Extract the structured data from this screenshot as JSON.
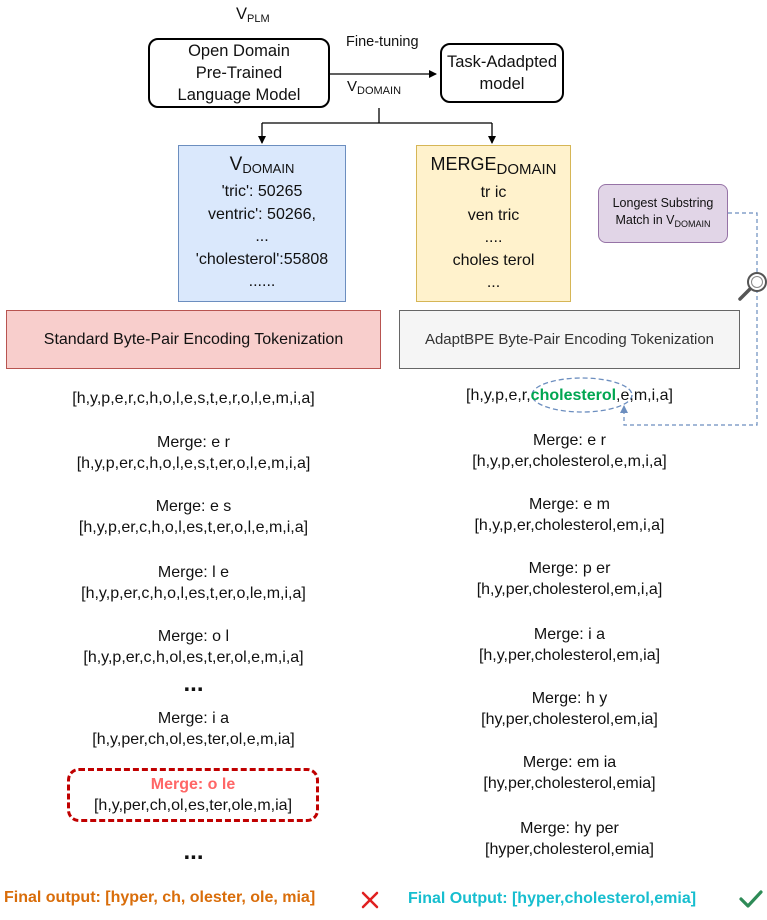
{
  "top": {
    "vplm_main": "V",
    "vplm_sub": "PLM",
    "plm_box": [
      "Open Domain",
      "Pre-Trained",
      "Language Model"
    ],
    "fine_tuning": "Fine-tuning",
    "vdomain_main": "V",
    "vdomain_sub": "DOMAIN",
    "task_box": [
      "Task-Adadpted",
      "model"
    ]
  },
  "vocab_box": {
    "title_main": "V",
    "title_sub": "DOMAIN",
    "lines": [
      "'tric': 50265",
      "ventric': 50266,",
      "...",
      "'cholesterol':55808",
      "......"
    ]
  },
  "merge_box": {
    "title_main": "MERGE",
    "title_sub": "DOMAIN",
    "lines": [
      "tr ic",
      "ven tric",
      "....",
      "choles terol",
      "..."
    ]
  },
  "lsm_box": {
    "line1": "Longest Substring",
    "line2_main": "Match in V",
    "line2_sub": "DOMAIN"
  },
  "left": {
    "header": "Standard Byte-Pair Encoding Tokenization",
    "initial": "[h,y,p,e,r,c,h,o,l,e,s,t,e,r,o,l,e,m,i,a]",
    "steps": [
      {
        "merge": "Merge: e r",
        "tokens": "[h,y,p,er,c,h,o,l,e,s,t,er,o,l,e,m,i,a]"
      },
      {
        "merge": "Merge: e s",
        "tokens": "[h,y,p,er,c,h,o,l,es,t,er,o,l,e,m,i,a]"
      },
      {
        "merge": "Merge: l e",
        "tokens": "[h,y,p,er,c,h,o,l,es,t,er,o,le,m,i,a]"
      },
      {
        "merge": "Merge: o l",
        "tokens": "[h,y,p,er,c,h,ol,es,t,er,ol,e,m,i,a]"
      }
    ],
    "ellipsis1": "...",
    "step_ia": {
      "merge": "Merge: i a",
      "tokens": "[h,y,per,ch,ol,es,ter,ol,e,m,ia]"
    },
    "highlight": {
      "merge": "Merge: o le",
      "tokens": "[h,y,per,ch,ol,es,ter,ole,m,ia]"
    },
    "ellipsis2": "...",
    "final": "Final output: [hyper, ch, olester, ole, mia]"
  },
  "right": {
    "header": "AdaptBPE Byte-Pair Encoding Tokenization",
    "initial_pre": "[h,y,p,e,r,",
    "initial_hl": "cholesterol",
    "initial_post": ",e,m,i,a]",
    "steps": [
      {
        "merge": "Merge: e r",
        "tokens": "[h,y,p,er,cholesterol,e,m,i,a]"
      },
      {
        "merge": "Merge: e m",
        "tokens": "[h,y,p,er,cholesterol,em,i,a]"
      },
      {
        "merge": "Merge: p er",
        "tokens": "[h,y,per,cholesterol,em,i,a]"
      },
      {
        "merge": "Merge: i a",
        "tokens": "[h,y,per,cholesterol,em,ia]"
      },
      {
        "merge": "Merge: h y",
        "tokens": "[hy,per,cholesterol,em,ia]"
      },
      {
        "merge": "Merge: em ia",
        "tokens": "[hy,per,cholesterol,emia]"
      },
      {
        "merge": "Merge: hy per",
        "tokens": "[hyper,cholesterol,emia]"
      }
    ],
    "final": "Final Output: [hyper,cholesterol,emia]"
  },
  "colors": {
    "vocab_fill": "#dae8fc",
    "vocab_stroke": "#6c8ebf",
    "merge_fill": "#fff2cc",
    "merge_stroke": "#d6b656",
    "lsm_fill": "#e1d5e7",
    "lsm_stroke": "#9673a6",
    "std_fill": "#f8cecc",
    "std_stroke": "#b85450",
    "adapt_fill": "#f5f5f5",
    "adapt_stroke": "#666666",
    "highlight_red": "#ff6666",
    "dashed_red": "#c00000",
    "green": "#00a651",
    "orange": "#d96d0a",
    "cyan": "#17becf",
    "blue_dash": "#6c8ebf"
  },
  "icons": [
    "magnifier-icon",
    "cross-icon",
    "check-icon"
  ]
}
